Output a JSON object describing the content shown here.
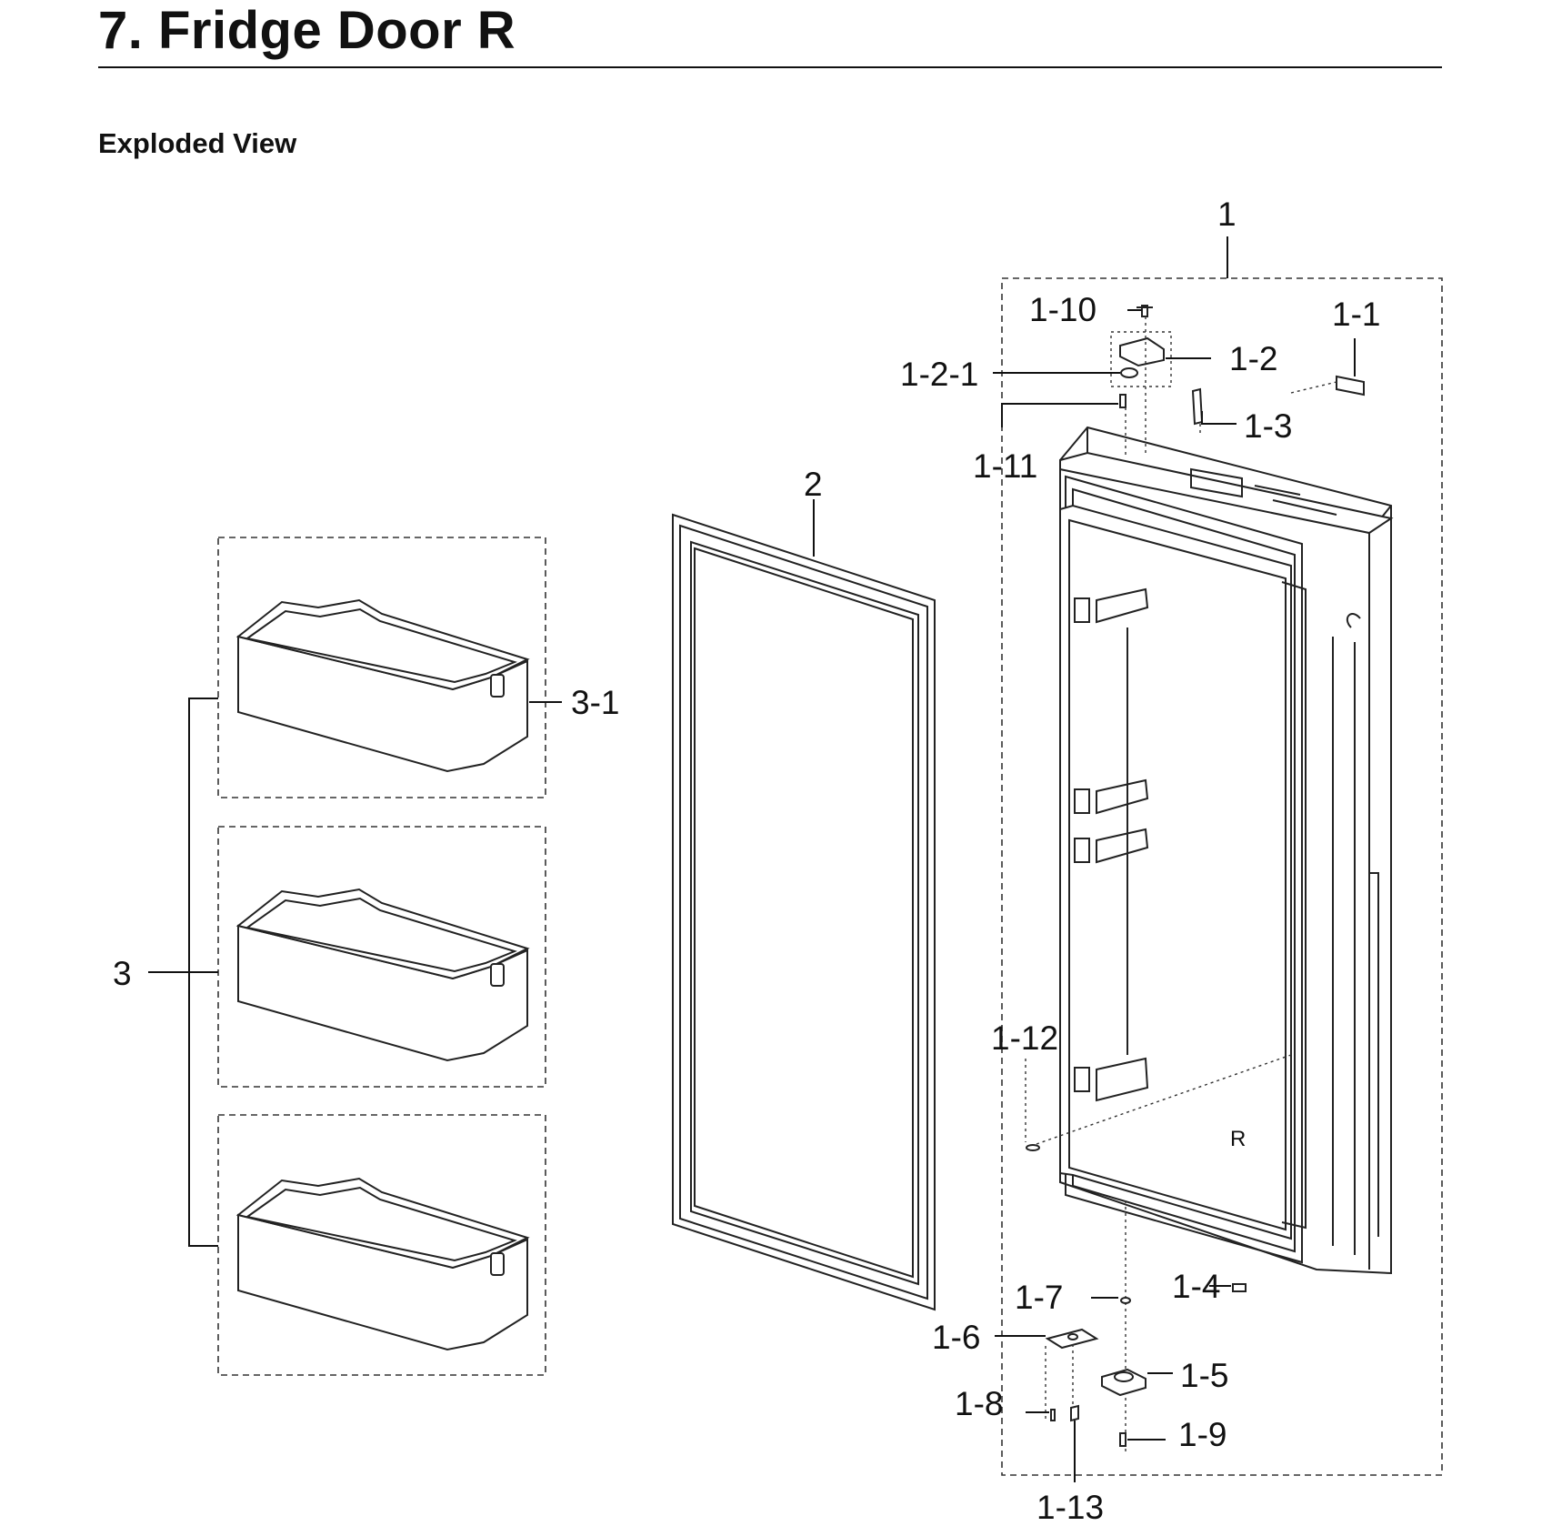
{
  "header": {
    "title": "7.  Fridge Door R",
    "subtitle": "Exploded View"
  },
  "door_marking": "R",
  "callouts": [
    {
      "id": "1",
      "text": "1"
    },
    {
      "id": "1-1",
      "text": "1-1"
    },
    {
      "id": "1-2",
      "text": "1-2"
    },
    {
      "id": "1-2-1",
      "text": "1-2-1"
    },
    {
      "id": "1-3",
      "text": "1-3"
    },
    {
      "id": "1-4",
      "text": "1-4"
    },
    {
      "id": "1-5",
      "text": "1-5"
    },
    {
      "id": "1-6",
      "text": "1-6"
    },
    {
      "id": "1-7",
      "text": "1-7"
    },
    {
      "id": "1-8",
      "text": "1-8"
    },
    {
      "id": "1-9",
      "text": "1-9"
    },
    {
      "id": "1-10",
      "text": "1-10"
    },
    {
      "id": "1-11",
      "text": "1-11"
    },
    {
      "id": "1-12",
      "text": "1-12"
    },
    {
      "id": "1-13",
      "text": "1-13"
    },
    {
      "id": "2",
      "text": "2"
    },
    {
      "id": "3",
      "text": "3"
    },
    {
      "id": "3-1",
      "text": "3-1"
    }
  ]
}
